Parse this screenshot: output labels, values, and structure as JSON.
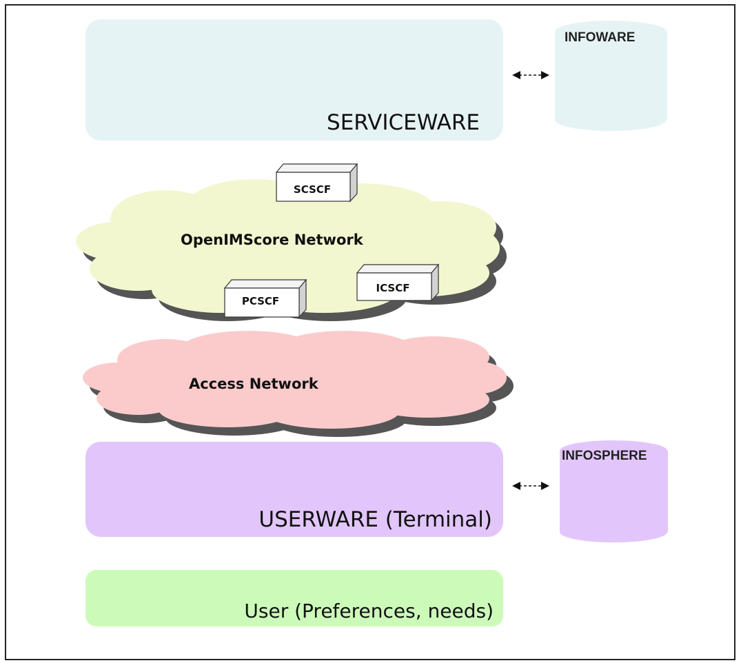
{
  "layers": {
    "serviceware": {
      "label": "SERVICEWARE",
      "color": "#e6f3f4"
    },
    "userware": {
      "label": "USERWARE (Terminal)",
      "color": "#e2c6fb"
    },
    "user": {
      "label": "User (Preferences, needs)",
      "color": "#ccfbb9"
    }
  },
  "storage": {
    "infoware": {
      "label": "INFOWARE",
      "color": "#e6f3f4"
    },
    "infosphere": {
      "label": "INFOSPHERE",
      "color": "#e2c6fb"
    }
  },
  "networks": {
    "openims": {
      "label": "OpenIMScore Network",
      "color": "#f2f7cf"
    },
    "access": {
      "label": "Access Network",
      "color": "#fbcbcb"
    }
  },
  "nodes": {
    "scscf": {
      "label": "SCSCF"
    },
    "pcscf": {
      "label": "PCSCF"
    },
    "icscf": {
      "label": "ICSCF"
    }
  }
}
